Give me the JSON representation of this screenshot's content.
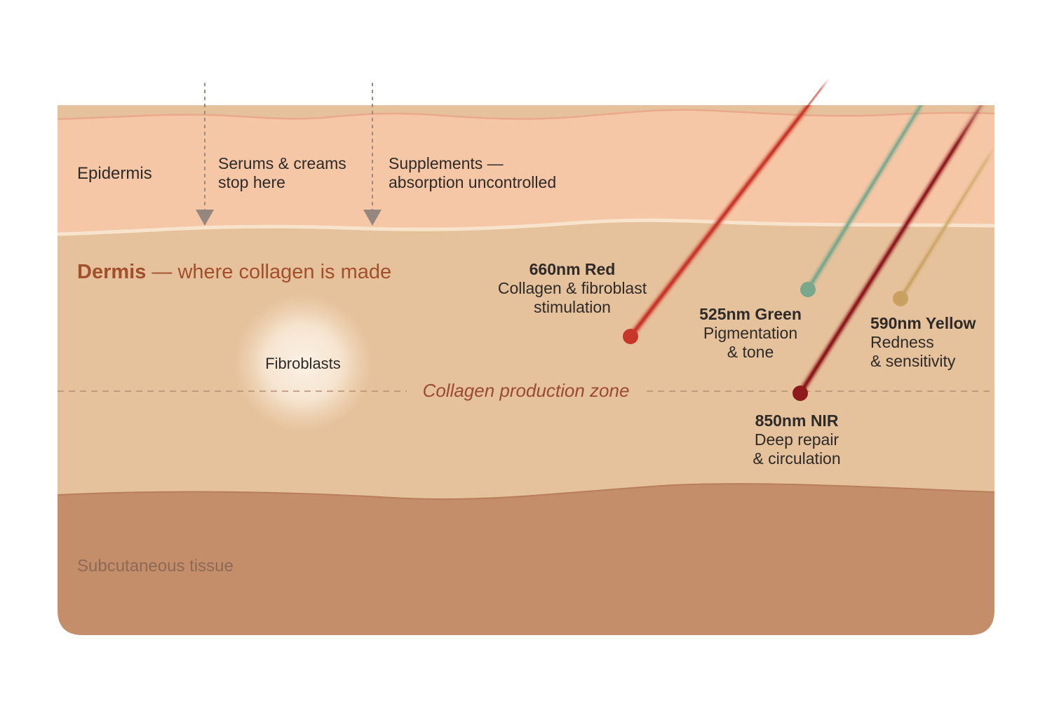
{
  "layers": {
    "epidermis": "Epidermis",
    "dermis_bold": "Dermis",
    "dermis_rest": "— where collagen is made",
    "subcutaneous": "Subcutaneous tissue"
  },
  "topical": {
    "serums_line1": "Serums & creams",
    "serums_line2": "stop here",
    "supplements_line1": "Supplements —",
    "supplements_line2": "absorption uncontrolled"
  },
  "fibroblasts": "Fibroblasts",
  "collagen_zone": "Collagen production zone",
  "wavelengths": {
    "red": {
      "name": "660nm Red",
      "line1": "Collagen & fibroblast",
      "line2": "stimulation",
      "color": "#c8362b"
    },
    "green": {
      "name": "525nm Green",
      "line1": "Pigmentation",
      "line2": "& tone",
      "color": "#7aa88c"
    },
    "yellow": {
      "name": "590nm Yellow",
      "line1": "Redness",
      "line2": "& sensitivity",
      "color": "#c8a060"
    },
    "nir": {
      "name": "850nm NIR",
      "line1": "Deep repair",
      "line2": "& circulation",
      "color": "#8e1a1c"
    }
  },
  "colors": {
    "epidermis": "#f6c7a6",
    "dermis": "#e6c29c",
    "subcutaneous": "#c48e6a",
    "dermis_heading": "#a24f2c",
    "zone_label": "#9a4a30"
  }
}
